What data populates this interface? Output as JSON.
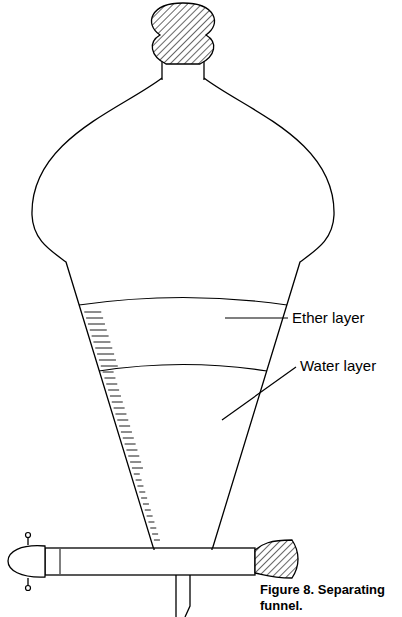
{
  "diagram": {
    "caption": "Figure 8. Separating funnel.",
    "labels": [
      "Ether layer",
      "Water layer"
    ]
  }
}
